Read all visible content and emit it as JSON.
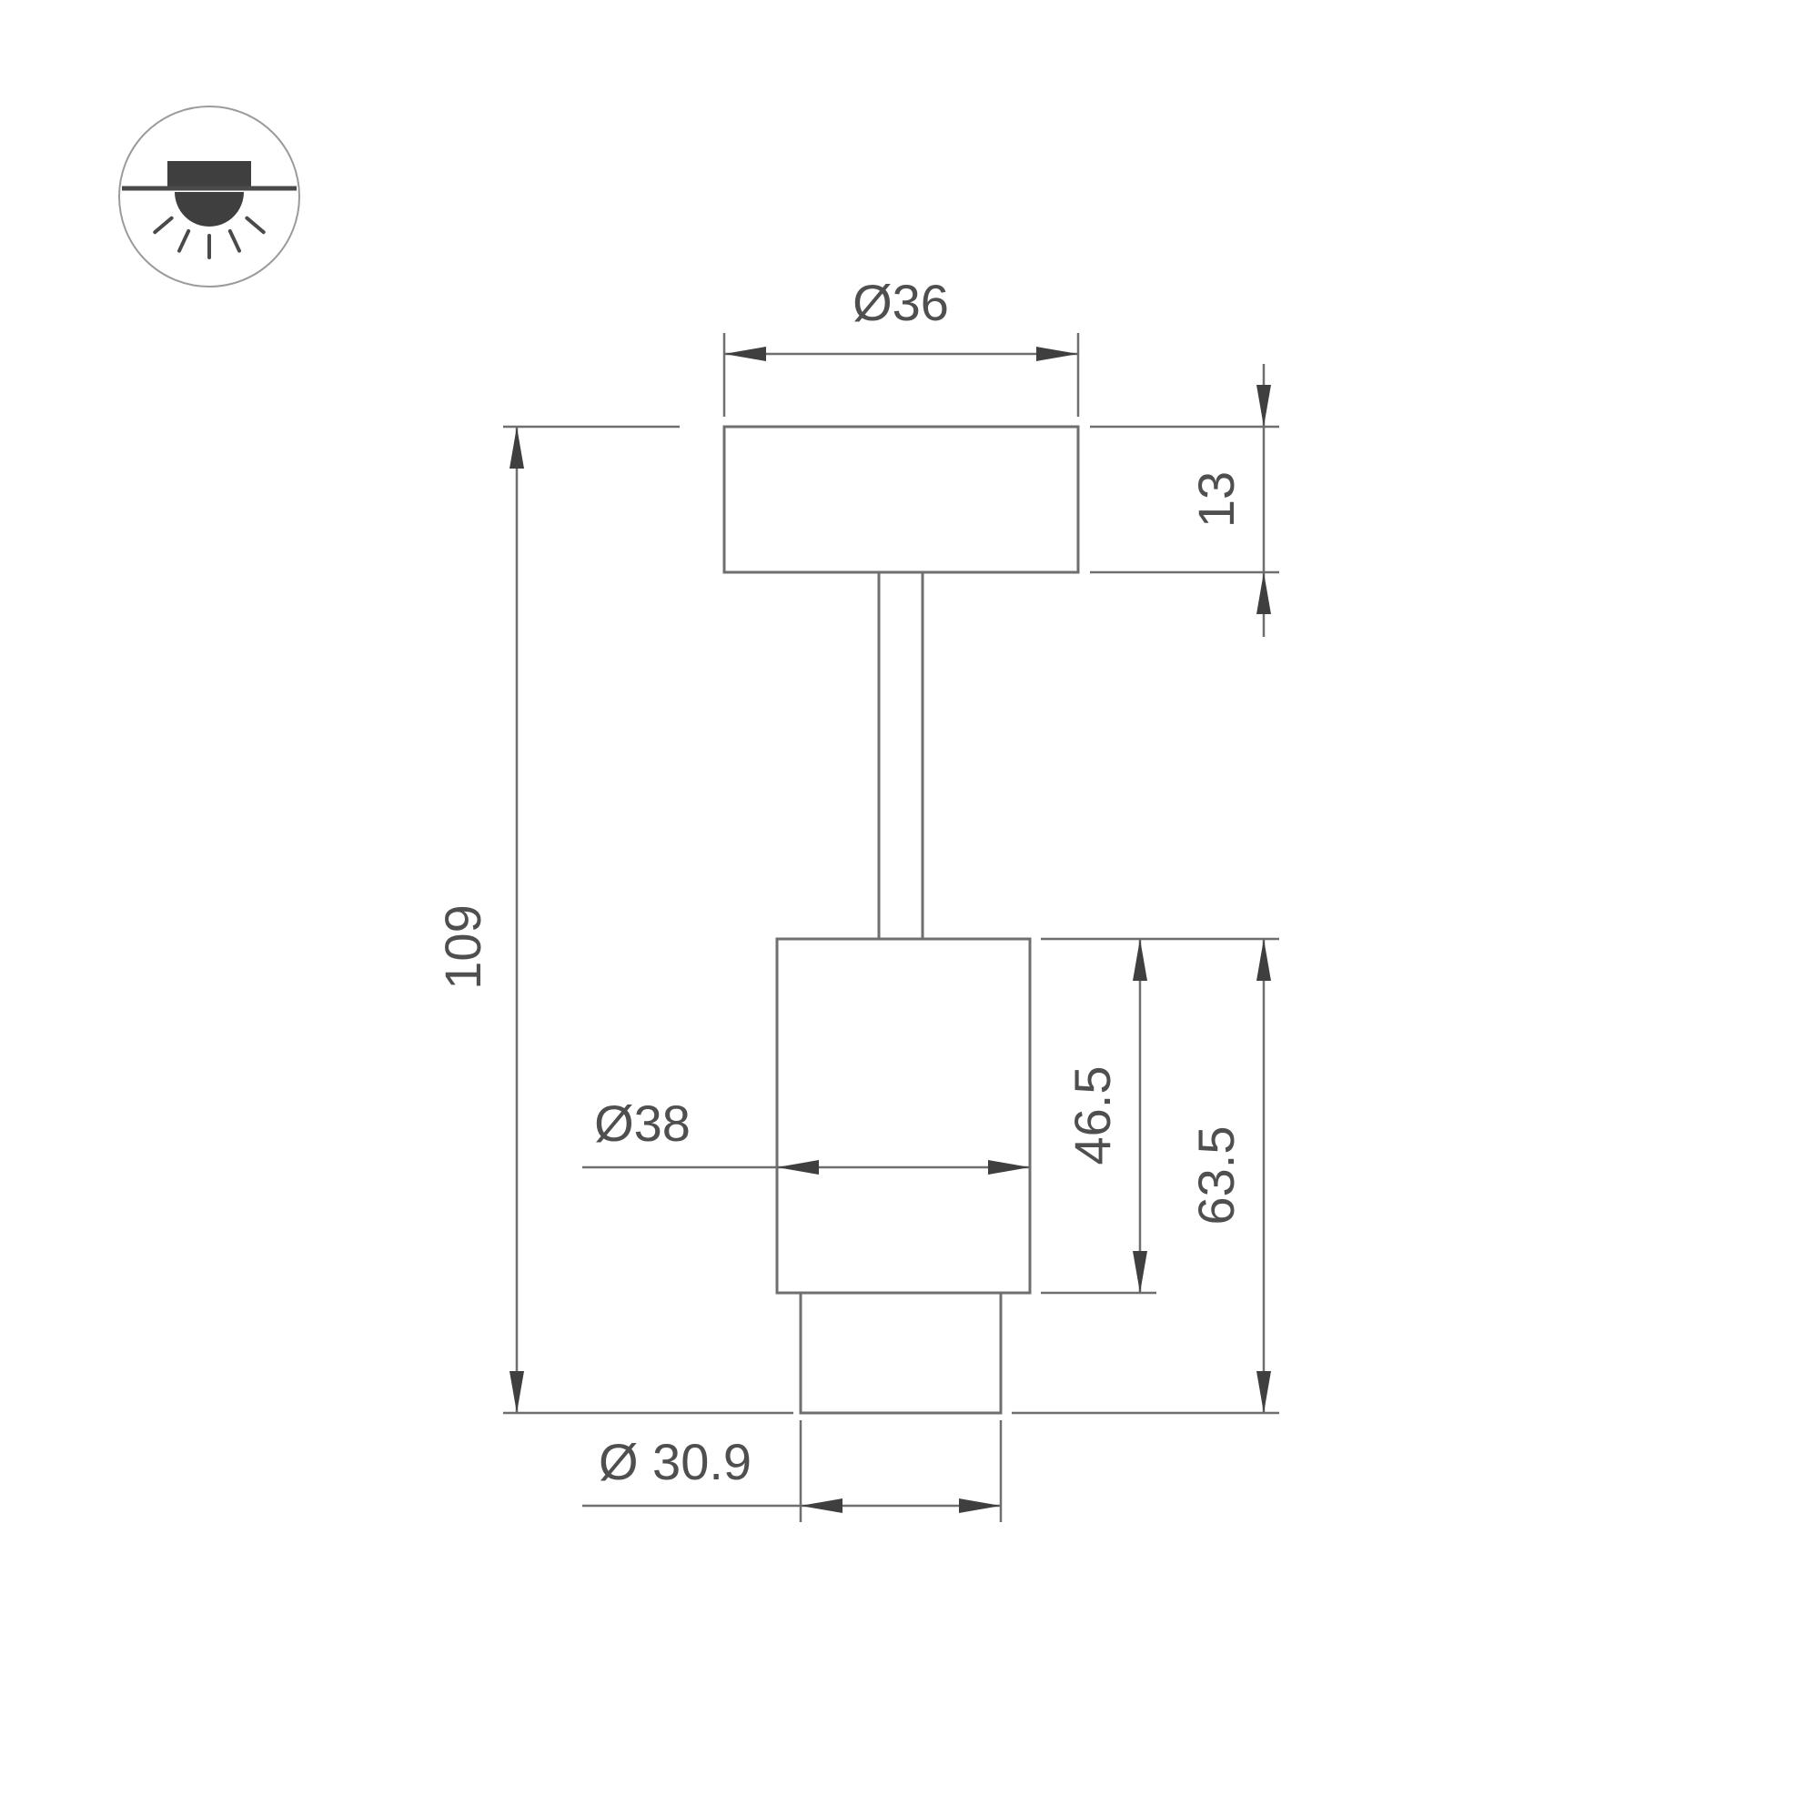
{
  "icon": {
    "name": "surface-mounted-downlight"
  },
  "dimensions": {
    "top_diameter": "Ø36",
    "plate_height": "13",
    "overall_height": "109",
    "body_diameter": "Ø38",
    "body_height": "46.5",
    "head_height": "63.5",
    "bottom_diameter": "Ø 30.9"
  },
  "colors": {
    "background": "#ffffff",
    "line": "#6f6f6f",
    "arrow": "#3f3f3f",
    "text": "#4f4f4f",
    "icon": "#3f3f3f",
    "icon_circle_stroke": "#9b9b9b"
  }
}
